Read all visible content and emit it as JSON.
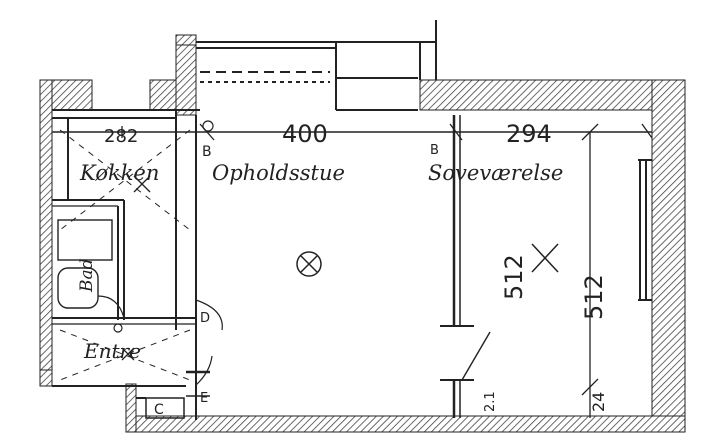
{
  "plan": {
    "rooms": {
      "kitchen": "Køkken",
      "living": "Opholdsstue",
      "bedroom": "Soveværelse",
      "bath": "Bad",
      "entry": "Entre"
    },
    "dimensions": {
      "kitchen_width": "282",
      "living_width": "400",
      "bedroom_width": "294",
      "depth_a": "512",
      "depth_b": "512",
      "bottom_small": "24",
      "door_note": "2.1"
    },
    "marks": {
      "b": "B",
      "b2": "B",
      "c": "C",
      "d": "D",
      "e": "E"
    },
    "colors": {
      "ink": "#222222",
      "hatch": "#555555",
      "paper": "#ffffff"
    }
  }
}
